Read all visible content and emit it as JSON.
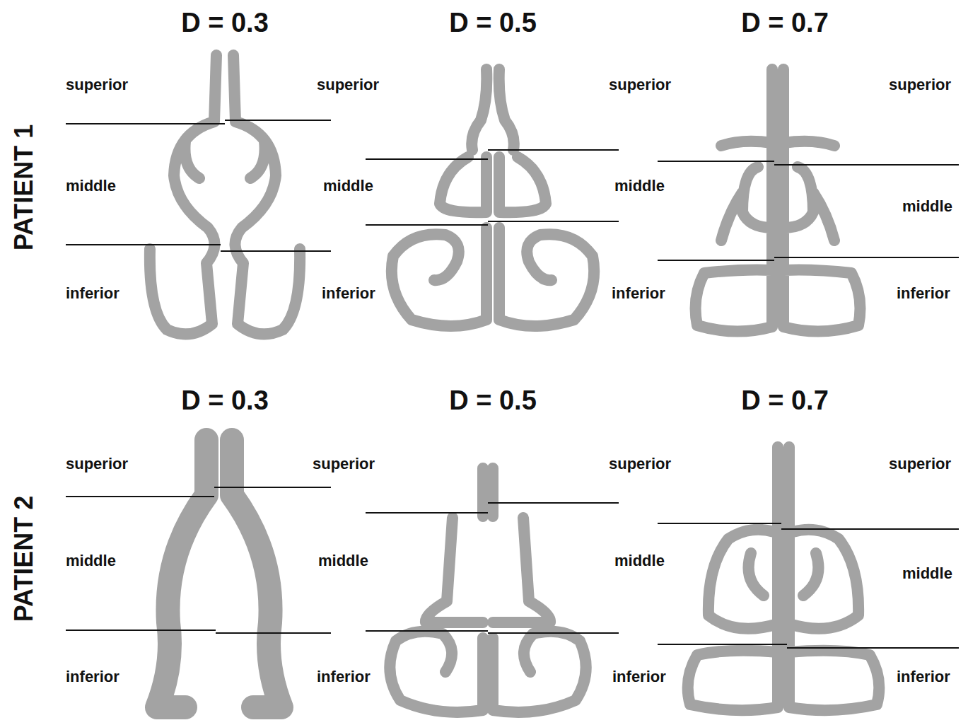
{
  "diagram": {
    "labels": [
      "D = 0.3",
      "D = 0.5",
      "D = 0.7",
      "PATIENT 1",
      "superior",
      "middle",
      "inferior",
      "superior",
      "middle",
      "inferior",
      "superior",
      "middle",
      "inferior",
      "superior",
      "middle",
      "inferior",
      "D = 0.3",
      "D = 0.5",
      "D = 0.7",
      "PATIENT 2",
      "superior",
      "middle",
      "inferior",
      "superior",
      "middle",
      "inferior",
      "superior",
      "middle",
      "inferior",
      "superior",
      "middle",
      "inferior"
    ]
  }
}
